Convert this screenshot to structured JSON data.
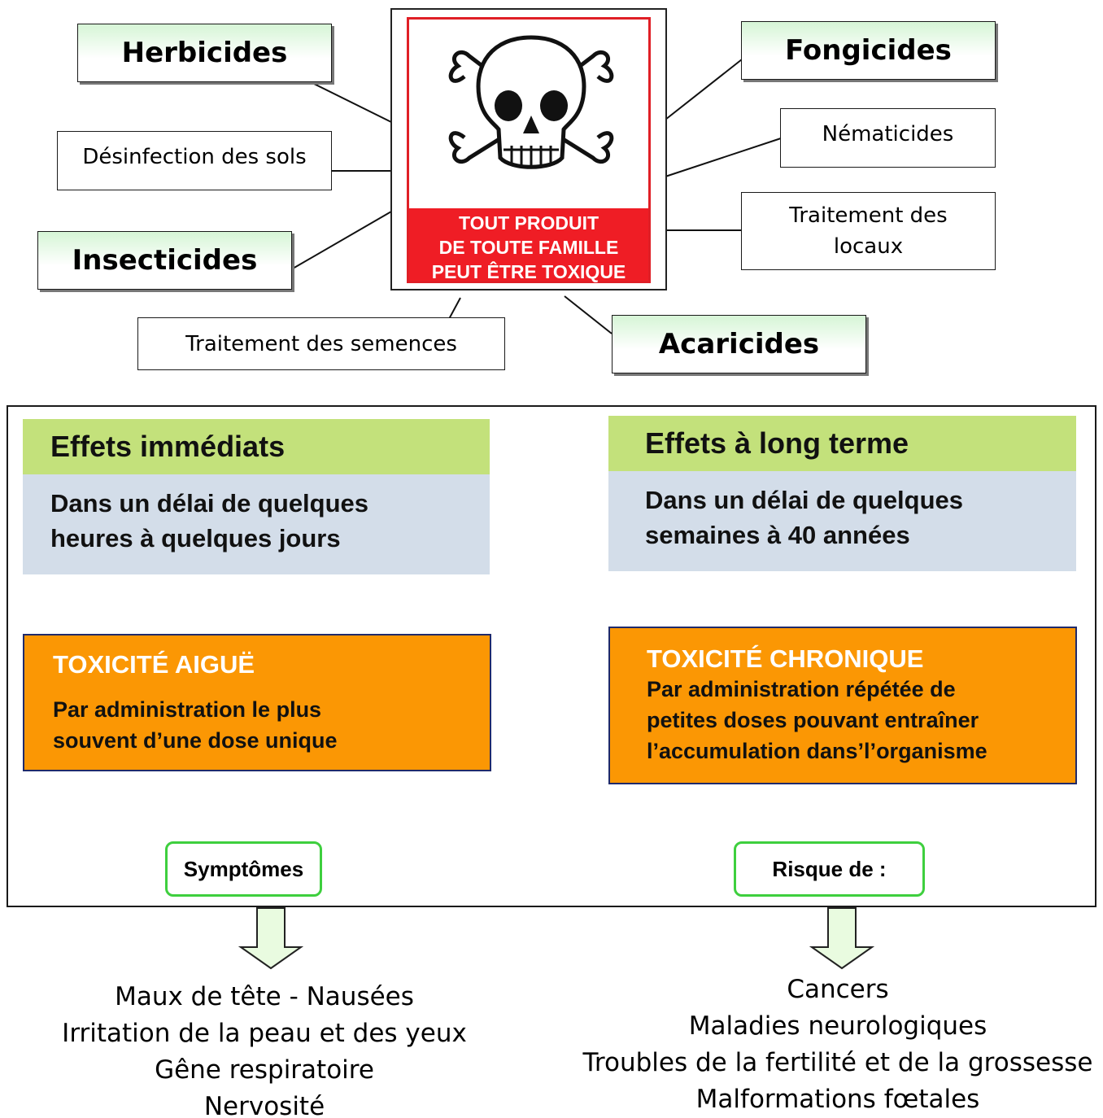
{
  "top": {
    "poster": {
      "warning_line1": "TOUT PRODUIT",
      "warning_line2": "DE TOUTE FAMILLE",
      "warning_line3": "PEUT ÊTRE TOXIQUE"
    },
    "families": {
      "herbicides": "Herbicides",
      "fongicides": "Fongicides",
      "insecticides": "Insecticides",
      "acaricides": "Acaricides"
    },
    "uses": {
      "desinfection": "Désinfection des sols",
      "nematicides": "Nématicides",
      "locaux_line1": "Traitement des",
      "locaux_line2": "locaux",
      "semences": "Traitement des semences"
    }
  },
  "left": {
    "header": "Effets immédiats",
    "delay_line1": "Dans un délai de quelques",
    "delay_line2": "heures à quelques jours",
    "tox_title": "TOXICITÉ  AIGUË",
    "tox_line1": "Par administration le plus",
    "tox_line2": "souvent d’une dose unique",
    "pill": "Symptômes",
    "outcomes": [
      "Maux de tête - Nausées",
      "Irritation de la peau et des yeux",
      "Gêne respiratoire",
      "Nervosité"
    ]
  },
  "right": {
    "header": "Effets à long terme",
    "delay_line1": "Dans un délai de quelques",
    "delay_line2": "semaines à 40 années",
    "tox_title": "TOXICITÉ  CHRONIQUE",
    "tox_line1": "Par administration répétée de",
    "tox_line2": "petites doses pouvant entraîner",
    "tox_line3": "l’accumulation dans’l’organisme",
    "pill": "Risque de :",
    "outcomes": [
      "Cancers",
      "Maladies neurologiques",
      "Troubles de la fertilité et de la grossesse",
      "Malformations fœtales"
    ]
  },
  "colors": {
    "green_header": "#c3e17b",
    "blue_body": "#d3dde9",
    "orange_box": "#fb9704",
    "poster_red": "#ef1d25",
    "connector_green": "#22cc22"
  }
}
